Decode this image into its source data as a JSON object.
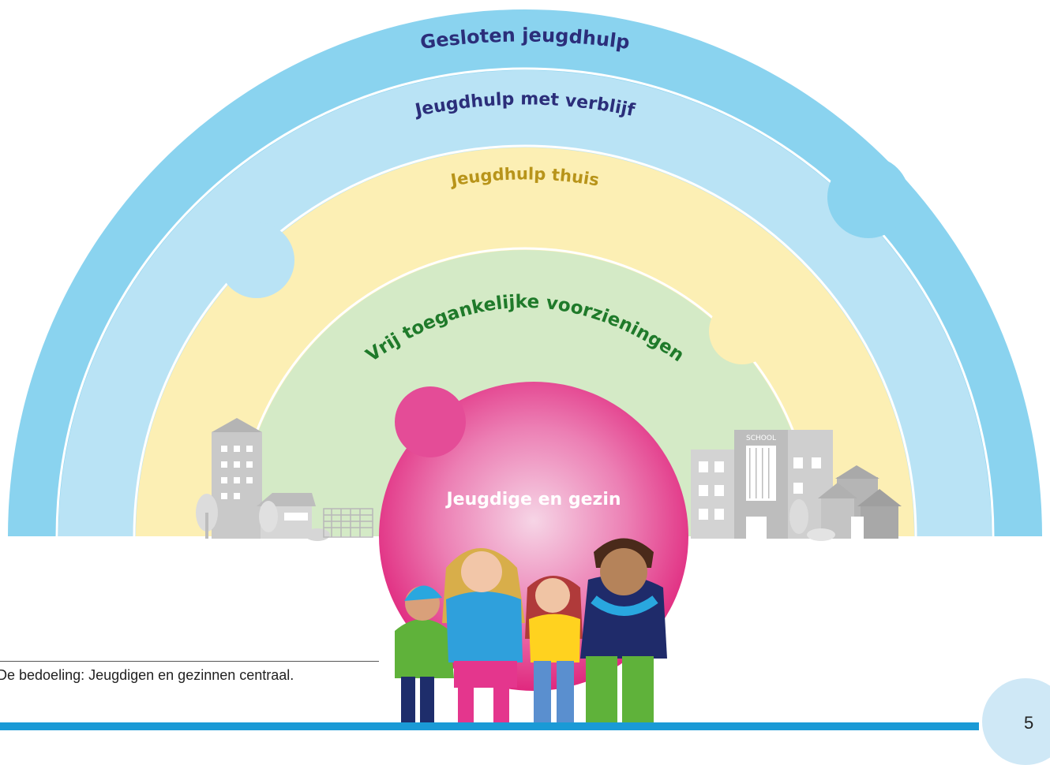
{
  "rings": {
    "outer": {
      "label": "Gesloten jeugdhulp",
      "color": "#8ad3ef",
      "text_color": "#2b2e7a"
    },
    "second": {
      "label": "Jeugdhulp met verblijf",
      "color": "#b9e3f5",
      "text_color": "#2b2e7a"
    },
    "third": {
      "label": "Jeugdhulp thuis",
      "color": "#fcefb4",
      "text_color": "#b8941a"
    },
    "inner": {
      "label": "Vrij toegankelijke voorzieningen",
      "color": "#d4eac6",
      "text_color": "#1f7a2a"
    }
  },
  "center": {
    "label": "Jeugdige en gezin",
    "color": "#e53c8c",
    "text_color": "#ffffff"
  },
  "buildings": {
    "school_sign": "SCHOOL"
  },
  "caption": {
    "text": "De bedoeling: Jeugdigen en gezinnen centraal."
  },
  "page": {
    "number": "5"
  }
}
